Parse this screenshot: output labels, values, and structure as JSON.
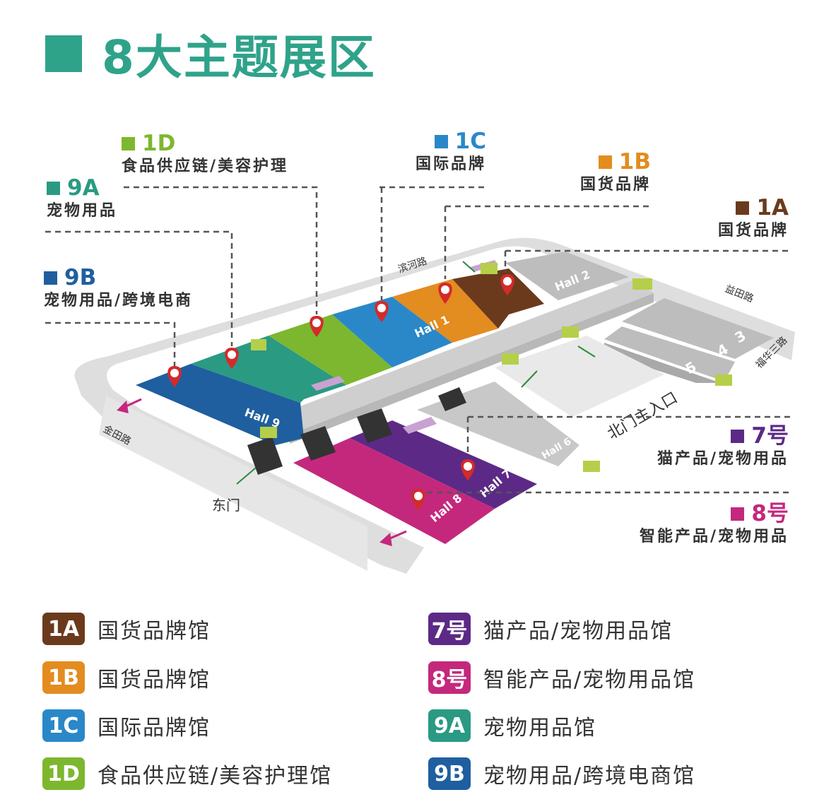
{
  "title": "8大主题展区",
  "colors": {
    "accent": "#2fa38a",
    "1A": "#6b3a1c",
    "1B": "#e38c1f",
    "1C": "#2a88c8",
    "1D": "#7db72f",
    "7": "#5c2a86",
    "8": "#c4287c",
    "9A": "#2a9a83",
    "9B": "#1f5f9f",
    "pin": "#d42a2a",
    "road": "#dcdcdc",
    "hall_gray": "#bdbdbd"
  },
  "callouts": {
    "h1d": {
      "code": "1D",
      "desc": "食品供应链/美容护理"
    },
    "h1c": {
      "code": "1C",
      "desc": "国际品牌"
    },
    "h1b": {
      "code": "1B",
      "desc": "国货品牌"
    },
    "h1a": {
      "code": "1A",
      "desc": "国货品牌"
    },
    "h9a": {
      "code": "9A",
      "desc": "宠物用品"
    },
    "h9b": {
      "code": "9B",
      "desc": "宠物用品/跨境电商"
    },
    "h7": {
      "code": "7号",
      "desc": "猫产品/宠物用品"
    },
    "h8": {
      "code": "8号",
      "desc": "智能产品/宠物用品"
    }
  },
  "map_labels": {
    "hall1": "Hall 1",
    "hall2": "Hall 2",
    "hall3": "3",
    "hall4": "4",
    "hall5": "5",
    "hall6": "Hall 6",
    "hall7": "Hall 7",
    "hall8": "Hall 8",
    "hall9": "Hall 9",
    "binhe_road": "滨河路",
    "yitian_road": "益田路",
    "fuhua_road": "福华三路",
    "jintian_road": "金田路",
    "east_gate": "东门",
    "north_entrance": "北门主入口"
  },
  "legend": [
    {
      "badge": "1A",
      "label": "国货品牌馆"
    },
    {
      "badge": "1B",
      "label": "国货品牌馆"
    },
    {
      "badge": "1C",
      "label": "国际品牌馆"
    },
    {
      "badge": "1D",
      "label": "食品供应链/美容护理馆"
    },
    {
      "badge": "7号",
      "label": "猫产品/宠物用品馆"
    },
    {
      "badge": "8号",
      "label": "智能产品/宠物用品馆"
    },
    {
      "badge": "9A",
      "label": "宠物用品馆"
    },
    {
      "badge": "9B",
      "label": "宠物用品/跨境电商馆"
    }
  ]
}
